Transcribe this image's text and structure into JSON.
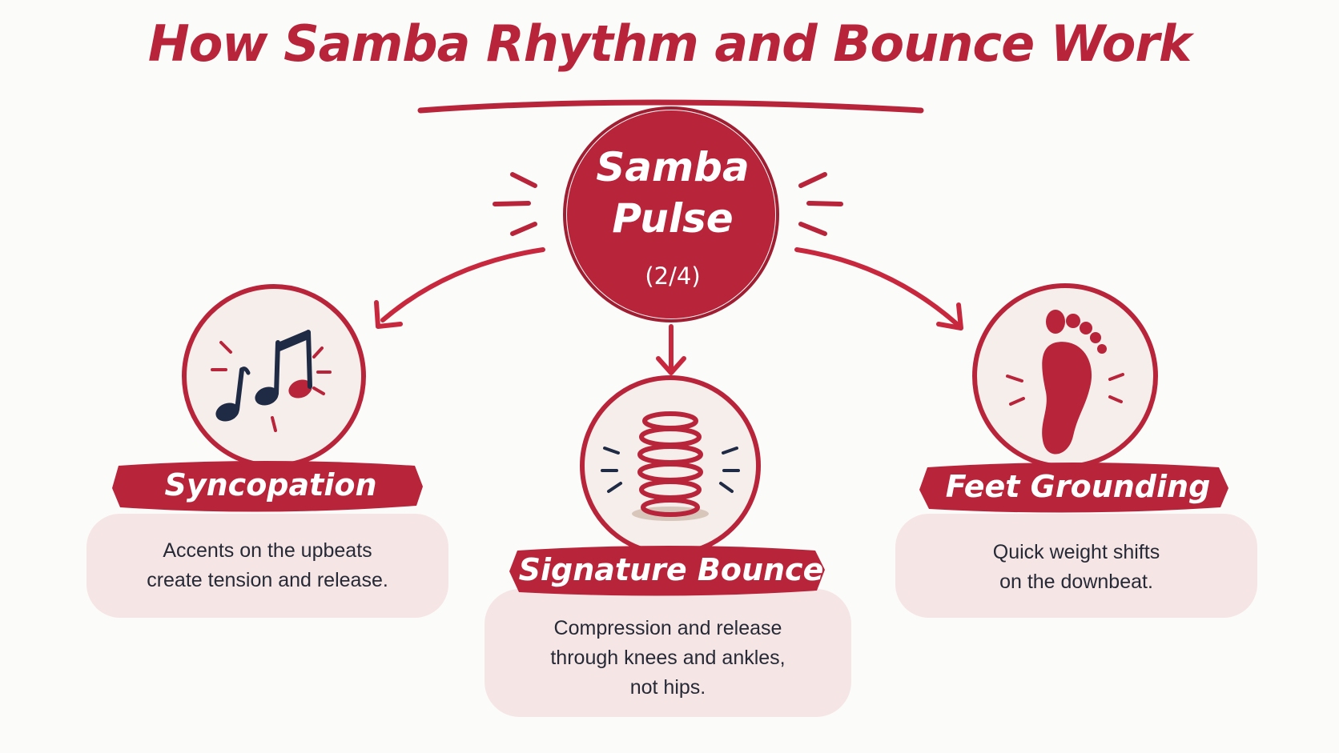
{
  "title": "How Samba Rhythm and Bounce Work",
  "hub": {
    "line1": "Samba",
    "line2": "Pulse",
    "meter": "(2/4)"
  },
  "nodes": [
    {
      "label": "Syncopation",
      "icon": "music-notes-icon",
      "description": [
        "Accents on the upbeats",
        "create tension and release."
      ]
    },
    {
      "label": "Signature Bounce",
      "icon": "spring-icon",
      "description": [
        "Compression and release",
        "through knees and ankles,",
        "not hips."
      ]
    },
    {
      "label": "Feet Grounding",
      "icon": "footprint-icon",
      "description": [
        "Quick weight shifts",
        "on the downbeat."
      ]
    }
  ],
  "colors": {
    "primary": "#b8243a",
    "icon_dark": "#1f2a44",
    "circle_fill": "#f6eeea",
    "card_fill": "#f6e5e5",
    "background": "#fbfbfa"
  }
}
